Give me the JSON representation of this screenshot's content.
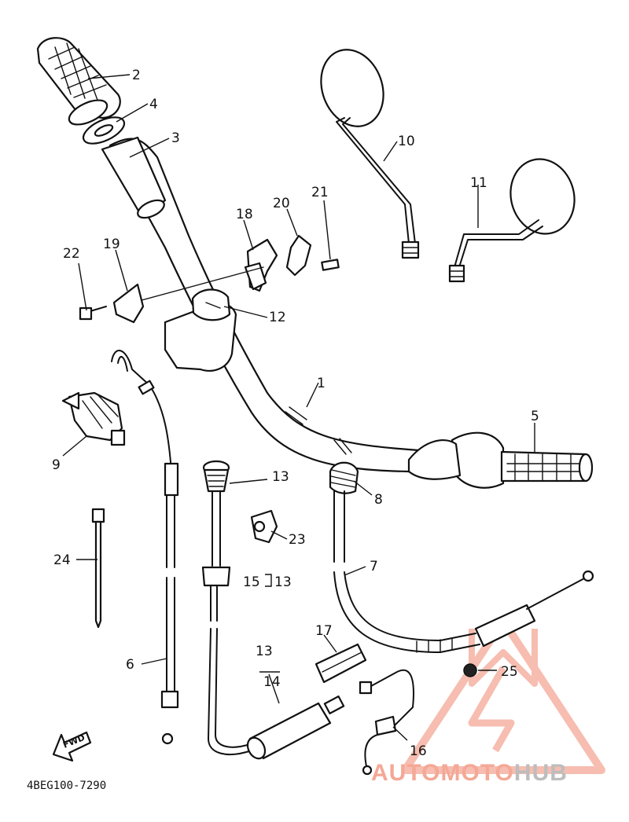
{
  "diagram": {
    "code": "4BEG100-7290",
    "fwd_label": "FWD",
    "callouts": {
      "p1": "1",
      "p2": "2",
      "p3": "3",
      "p4": "4",
      "p5": "5",
      "p6": "6",
      "p7": "7",
      "p8": "8",
      "p9": "9",
      "p10": "10",
      "p11": "11",
      "p12": "12",
      "p13a": "13",
      "p13b": "13",
      "p13c": "13",
      "p14": "14",
      "p15": "15",
      "p16": "16",
      "p17": "17",
      "p18": "18",
      "p19": "19",
      "p20": "20",
      "p21": "21",
      "p22": "22",
      "p23": "23",
      "p24": "24",
      "p25": "25"
    }
  },
  "watermark": {
    "part1": "AUTOMOTO",
    "part2": "HUB",
    "color_primary": "#f4a896",
    "color_secondary": "#c8c8c8"
  }
}
